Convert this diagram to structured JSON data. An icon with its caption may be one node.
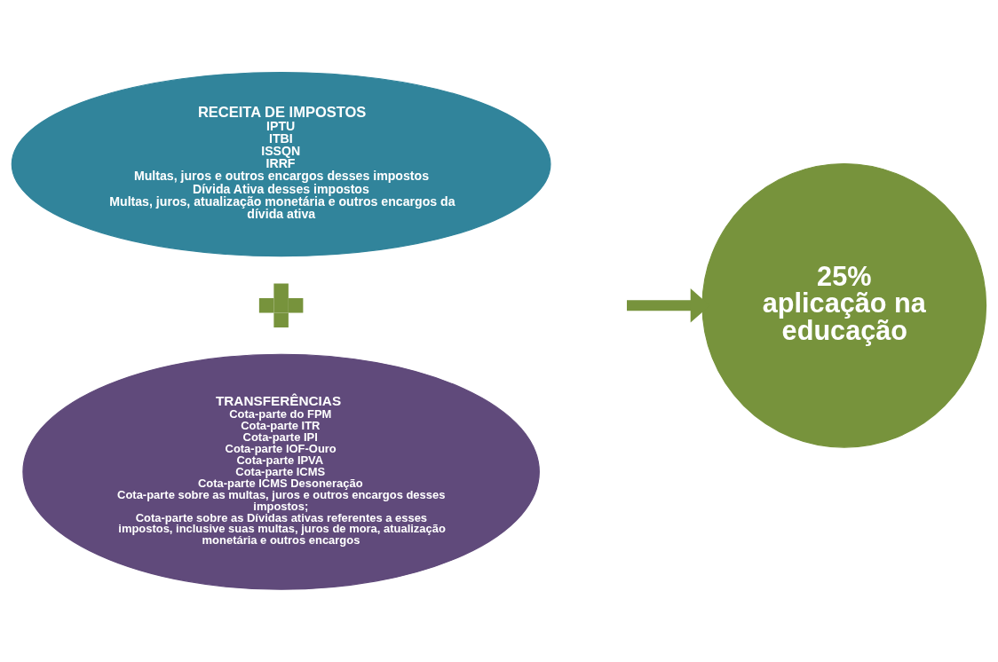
{
  "diagram": {
    "nodes": [
      {
        "text": [
          "RECEITA DE IMPOSTOS",
          "IPTU",
          "ITBI",
          "ISSQN",
          "IRRF",
          "Multas, juros e outros encargos desses impostos",
          "Dívida Ativa desses impostos",
          "Multas, juros, atualização monetária e outros encargos da dívida ativa"
        ]
      },
      {
        "text": [],
        "shape": "plus"
      },
      {
        "text": [
          "TRANSFERÊNCIAS",
          "Cota-parte do FPM",
          "Cota-parte ITR",
          "Cota-parte IPI",
          "Cota-parte IOF-Ouro",
          "Cota-parte IPVA",
          "Cota-parte ICMS",
          "Cota-parte ICMS Desoneração",
          "Cota-parte sobre as multas, juros e outros encargos desses impostos;",
          "Cota-parte sobre as Dívidas ativas referentes a esses impostos, inclusive suas multas, juros de mora, atualização monetária e outros encargos"
        ]
      },
      {
        "text": [
          "25%",
          "aplicação na educação"
        ]
      }
    ],
    "edges": [
      {
        "from": null,
        "to": 3,
        "arrow": "to"
      }
    ]
  }
}
